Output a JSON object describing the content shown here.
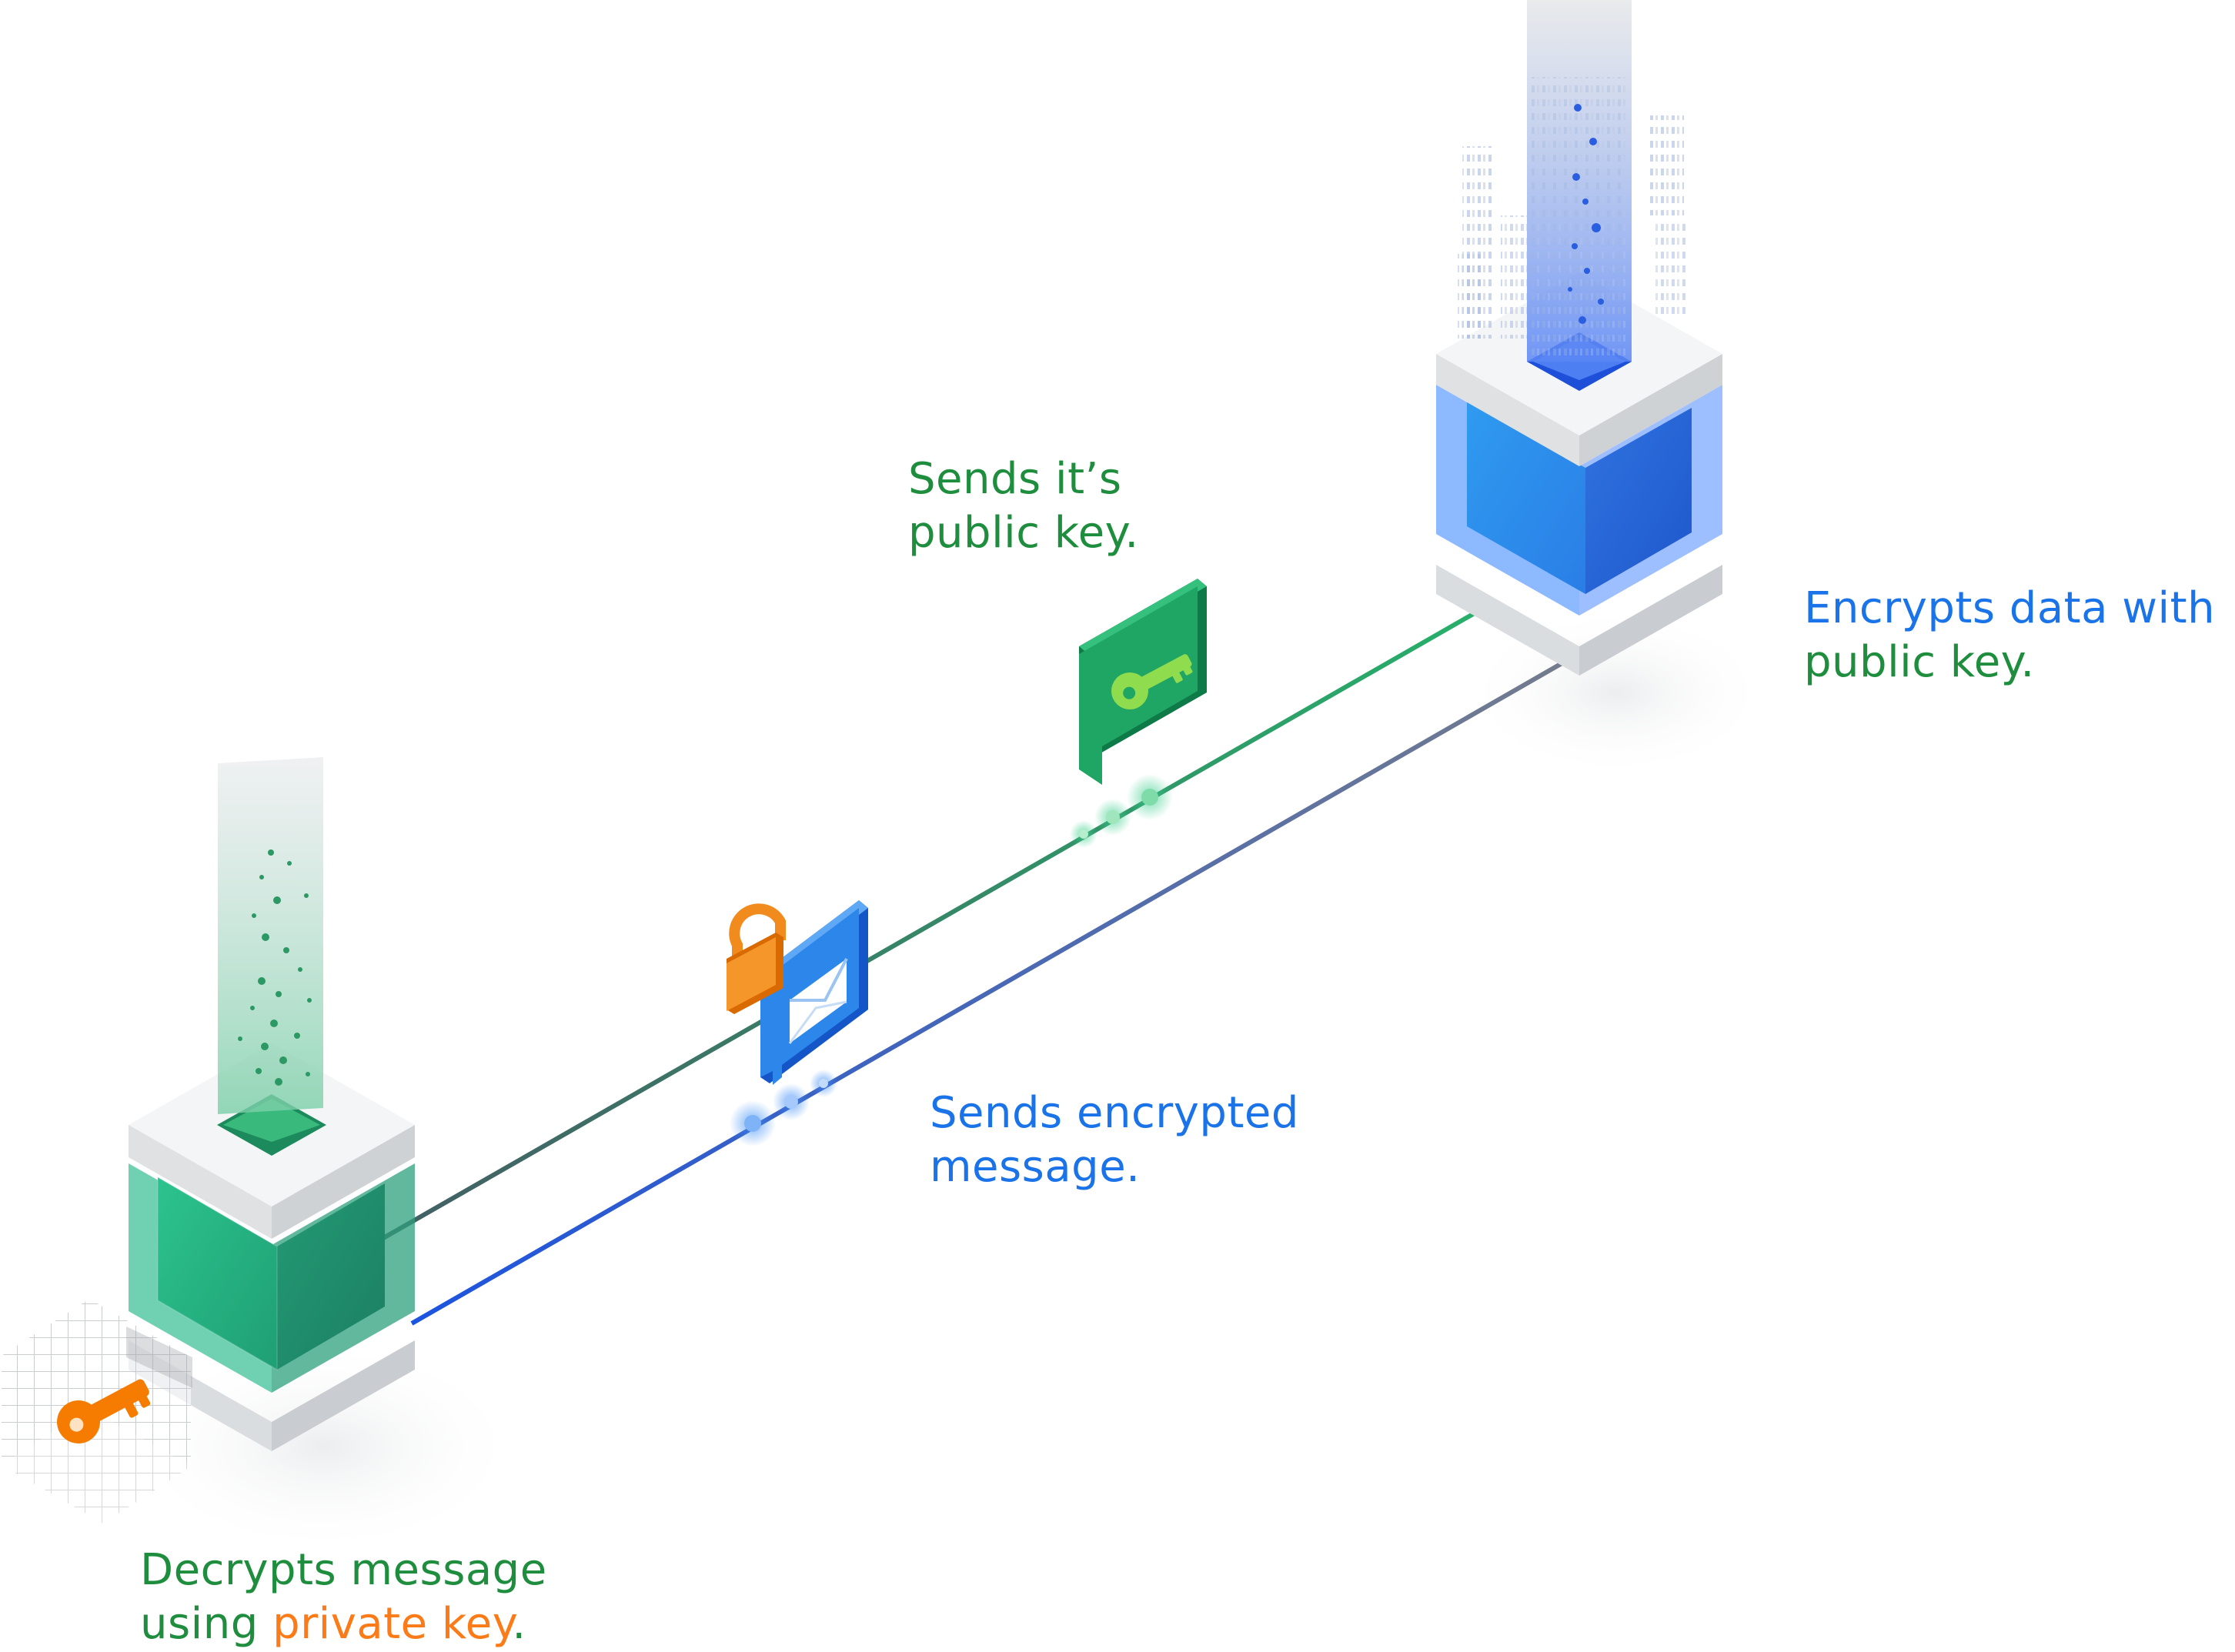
{
  "colors": {
    "green_text": "#1e8e3e",
    "blue_text": "#1a73e8",
    "orange_text": "#fa7b17",
    "green_cube": "#2ab784",
    "blue_cube": "#3d8df5",
    "cap_gray": "#e4e6e8",
    "key_orange": "#f57c00",
    "lock_orange": "#f28b1e",
    "bubble_green": "#1ea362",
    "bubble_blue": "#2d86ea"
  },
  "labels": {
    "public_key": {
      "line1": "Sends it’s",
      "line2": "public key."
    },
    "encrypts": {
      "line1": "Encrypts data with",
      "line2": "public key."
    },
    "encrypted_msg": {
      "line1": "Sends encrypted",
      "line2": "message."
    },
    "decrypts": {
      "line1": "Decrypts message",
      "line2_prefix": "using ",
      "line2_highlight": "private key",
      "line2_suffix": "."
    }
  },
  "icons": {
    "key_bubble": "key-icon",
    "message_bubble": "envelope-icon",
    "lock": "padlock-icon",
    "private_key": "private-key-icon"
  }
}
